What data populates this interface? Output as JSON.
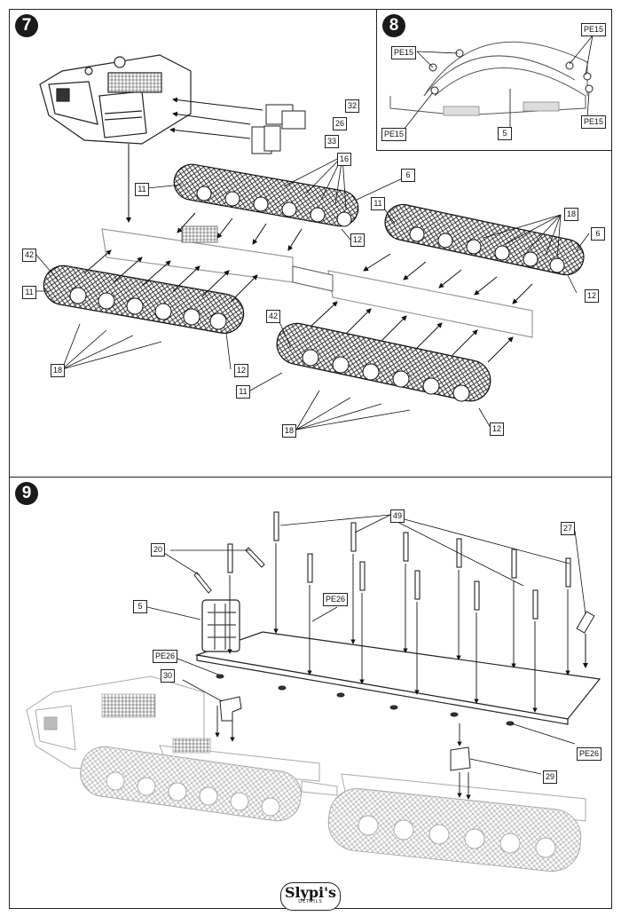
{
  "steps": {
    "step7": {
      "number": "7"
    },
    "step8": {
      "number": "8"
    },
    "step9": {
      "number": "9"
    }
  },
  "step7_labels": {
    "p32": "32",
    "p26": "26",
    "p33": "33",
    "p16": "16",
    "p6a": "6",
    "p11a": "11",
    "p12a": "12",
    "p11b": "11",
    "p18a": "18",
    "p6b": "6",
    "p12b": "12",
    "p42a": "42",
    "p11c": "11",
    "p18b": "18",
    "p12c": "12",
    "p42b": "42",
    "p11d": "11",
    "p18c": "18",
    "p12d": "12"
  },
  "step8_labels": {
    "pe15a": "PE15",
    "pe15b": "PE15",
    "pe15c": "PE15",
    "pe15d": "PE15",
    "p5": "5"
  },
  "step9_labels": {
    "p49": "49",
    "p20": "20",
    "p27": "27",
    "p5": "5",
    "pe26a": "PE26",
    "pe26b": "PE26",
    "p30": "30",
    "pe26c": "PE26",
    "p29": "29"
  },
  "brand": {
    "name": "Slypi's",
    "tagline": "DETAILS"
  }
}
